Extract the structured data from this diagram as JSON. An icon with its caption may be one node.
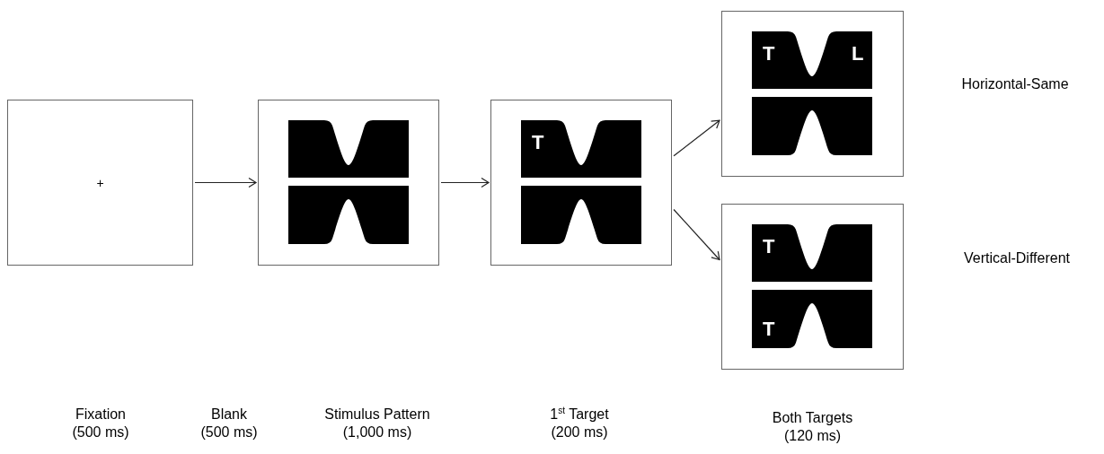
{
  "diagram": {
    "nodes": [
      {
        "text": [
          "+"
        ]
      },
      {
        "text": [],
        "shape": "box"
      },
      {
        "text": [
          "T"
        ]
      },
      {
        "text": [
          "T",
          "L"
        ]
      },
      {
        "text": [
          "T",
          "T"
        ]
      }
    ],
    "edges": [
      {
        "from": 0,
        "to": 1,
        "arrow": "to"
      },
      {
        "from": 1,
        "to": 2,
        "arrow": "to"
      },
      {
        "from": 2,
        "to": 3,
        "arrow": "to"
      },
      {
        "from": 2,
        "to": 4,
        "arrow": "to"
      }
    ],
    "labels": [
      "Horizontal-Same",
      "Vertical-Different",
      "Fixation (500 ms)",
      "Blank (500 ms)",
      "Stimulus Pattern (1,000 ms)",
      "1$^{st}$ Target (200 ms)",
      "Both Targets (120 ms)"
    ]
  }
}
